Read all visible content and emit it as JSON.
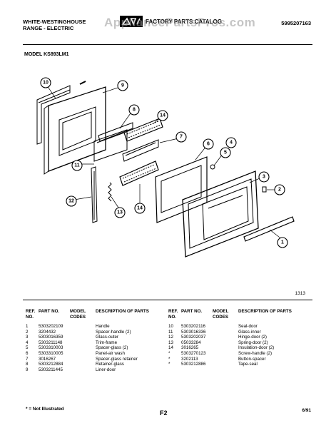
{
  "header": {
    "brand_line1": "WHITE-WESTINGHOUSE",
    "brand_line2": "RANGE - ELECTRIC",
    "catalog_title": "FACTORY PARTS CATALOG",
    "catalog_code": "5995207163",
    "watermark": "AppliancePartsPros.com"
  },
  "model_label": "MODEL KS893LM1",
  "figure_code": "1313",
  "callouts": [
    "1",
    "2",
    "3",
    "4",
    "5",
    "6",
    "7",
    "8",
    "9",
    "10",
    "11",
    "12",
    "13",
    "14",
    "14"
  ],
  "table_headers": {
    "ref_no": "REF. NO.",
    "part_no": "PART NO.",
    "model_codes": "MODEL CODES",
    "description": "DESCRIPTION OF PARTS"
  },
  "parts_left": [
    {
      "ref": "1",
      "part": "5303202109",
      "desc": "Handle"
    },
    {
      "ref": "2",
      "part": "3204432",
      "desc": "Spacer-handle (2)"
    },
    {
      "ref": "3",
      "part": "5303016359",
      "desc": "Glass-outer"
    },
    {
      "ref": "4",
      "part": "5303211148",
      "desc": "Trim-frame"
    },
    {
      "ref": "5",
      "part": "5303310003",
      "desc": "Spacer-glass (2)"
    },
    {
      "ref": "6",
      "part": "5303310005",
      "desc": "Panel-air wash"
    },
    {
      "ref": "7",
      "part": "3016267",
      "desc": "Spacer-glass retainer"
    },
    {
      "ref": "8",
      "part": "5303212884",
      "desc": "Retainer-glass"
    },
    {
      "ref": "9",
      "part": "5303211445",
      "desc": "Liner-door"
    }
  ],
  "parts_right": [
    {
      "ref": "10",
      "part": "5303202116",
      "desc": "Seal-door"
    },
    {
      "ref": "11",
      "part": "5303016336",
      "desc": "Glass-inner"
    },
    {
      "ref": "12",
      "part": "5303202037",
      "desc": "Hinge-door (2)"
    },
    {
      "ref": "13",
      "part": "05033284",
      "desc": "Spring-door (2)"
    },
    {
      "ref": "14",
      "part": "3016265",
      "desc": "Insulation-door (2)"
    },
    {
      "ref": "*",
      "part": "5303270123",
      "desc": "Screw-handle (2)"
    },
    {
      "ref": "*",
      "part": "3202113",
      "desc": "Button-spacer"
    },
    {
      "ref": "*",
      "part": "5303212886",
      "desc": "Tape-seal"
    }
  ],
  "footer": {
    "note": "* = Not Illustrated",
    "page": "F2",
    "date": "6/91"
  }
}
